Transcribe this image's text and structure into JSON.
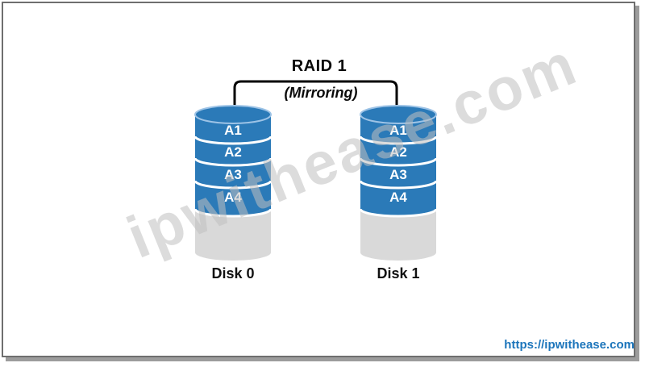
{
  "diagram": {
    "title": "RAID 1",
    "subtitle": "(Mirroring)",
    "disks": [
      {
        "label": "Disk 0",
        "blocks": [
          "A1",
          "A2",
          "A3",
          "A4"
        ]
      },
      {
        "label": "Disk 1",
        "blocks": [
          "A1",
          "A2",
          "A3",
          "A4"
        ]
      }
    ],
    "watermark": "ipwithease.com",
    "footer": {
      "url": "https://ipwithease.com"
    },
    "colors": {
      "disk_blue": "#2b7ab8",
      "disk_rim": "#9dc3e6",
      "disk_gray": "#d9d9d9",
      "separator_white": "#ffffff",
      "connector_black": "#000000",
      "url_blue": "#1c75bb",
      "watermark_gray": "#c0c0c0"
    }
  }
}
